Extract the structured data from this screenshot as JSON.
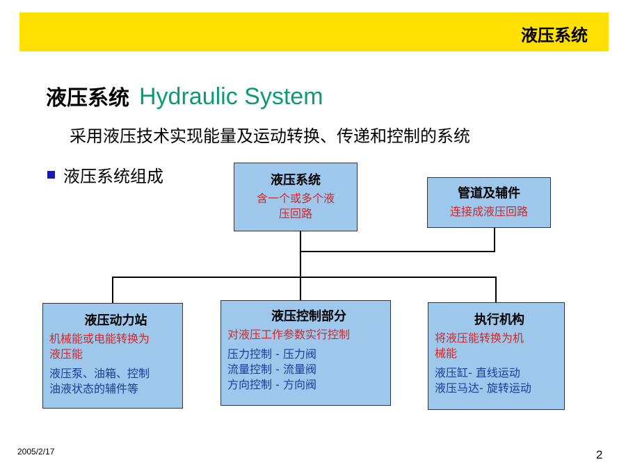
{
  "banner": {
    "title": "液压系统"
  },
  "slide": {
    "title_cn": "液压系统",
    "title_en": "Hydraulic System",
    "subtitle": "采用液压技术实现能量及运动转换、传递和控制的系统",
    "bullet": "液压系统组成"
  },
  "diagram": {
    "root": {
      "head": "液压系统",
      "lines": [
        "含一个或多个液",
        "压回路"
      ]
    },
    "pipes": {
      "head": "管道及辅件",
      "line": "连接成液压回路"
    },
    "power": {
      "head": "液压动力站",
      "red": [
        "机械能或电能转换为",
        "液压能"
      ],
      "blue": [
        "液压泵、油箱、控制",
        "油液状态的辅件等"
      ]
    },
    "control": {
      "head": "液压控制部分",
      "red": [
        "对液压工作参数实行控制"
      ],
      "blue": [
        "压力控制 - 压力阀",
        "流量控制 - 流量阀",
        "方向控制 - 方向阀"
      ]
    },
    "actuator": {
      "head": "执行机构",
      "red": [
        "将液压能转换为机",
        "械能"
      ],
      "blue": [
        "液压缸- 直线运动",
        "液压马达- 旋转运动"
      ]
    }
  },
  "footer": {
    "date": "2005/2/17",
    "page": "2"
  }
}
